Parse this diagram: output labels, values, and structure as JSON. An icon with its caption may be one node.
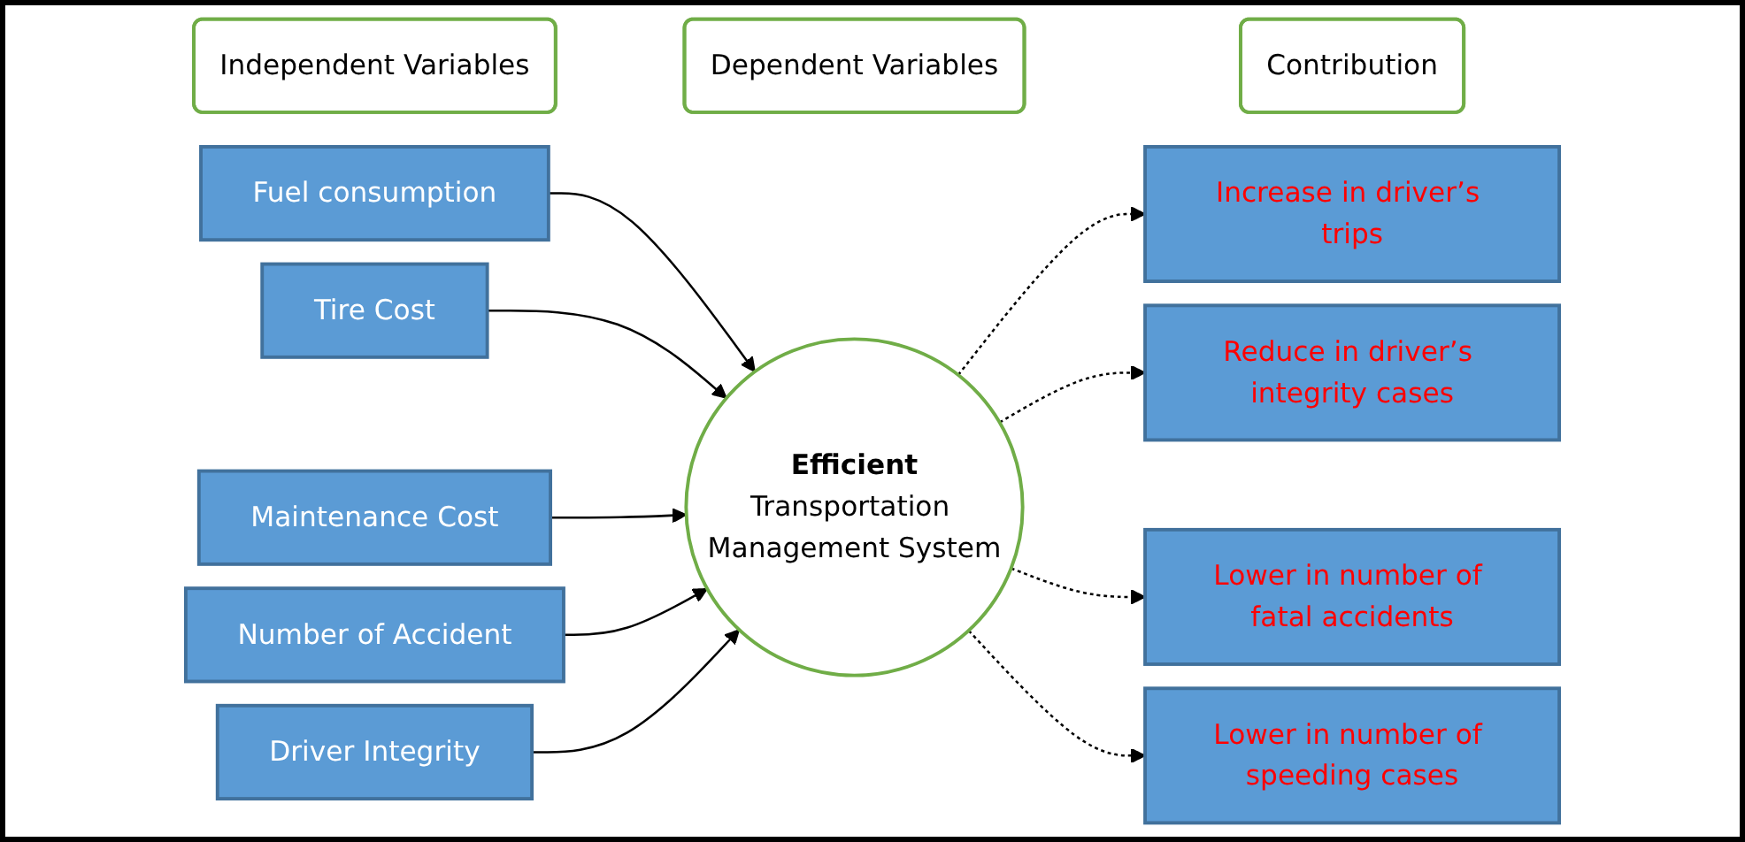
{
  "diagram": {
    "nodes": [
      {
        "text": [
          "Independent Variables"
        ]
      },
      {
        "text": [
          "Dependent Variables"
        ]
      },
      {
        "text": [
          "Contribution"
        ]
      },
      {
        "text": [
          "Fuel consumption"
        ]
      },
      {
        "text": [
          "Tire Cost"
        ]
      },
      {
        "text": [
          "Maintenance Cost"
        ]
      },
      {
        "text": [
          "Number of Accident"
        ]
      },
      {
        "text": [
          "Driver Integrity"
        ]
      },
      {
        "text": [
          "Efficient",
          "Transportation Management System"
        ]
      },
      {
        "text": [
          "Increase in driver’s trips"
        ]
      },
      {
        "text": [
          "Reduce in driver’s integrity cases"
        ]
      },
      {
        "text": [
          "Lower in number of fatal accidents"
        ]
      },
      {
        "text": [
          "Lower in number of speeding cases"
        ]
      }
    ],
    "edges": [
      {
        "from": 3,
        "to": 8,
        "arrow": "to"
      },
      {
        "from": 4,
        "to": 8,
        "arrow": "to"
      },
      {
        "from": 5,
        "to": 8,
        "arrow": "to"
      },
      {
        "from": 6,
        "to": 8,
        "arrow": "to"
      },
      {
        "from": 7,
        "to": 8,
        "arrow": "to"
      },
      {
        "from": 8,
        "to": 9,
        "arrow": "to",
        "style": "dashed"
      },
      {
        "from": 8,
        "to": 10,
        "arrow": "to",
        "style": "dashed"
      },
      {
        "from": 8,
        "to": 11,
        "arrow": "to",
        "style": "dashed"
      },
      {
        "from": 8,
        "to": 12,
        "arrow": "to",
        "style": "dashed"
      }
    ]
  }
}
